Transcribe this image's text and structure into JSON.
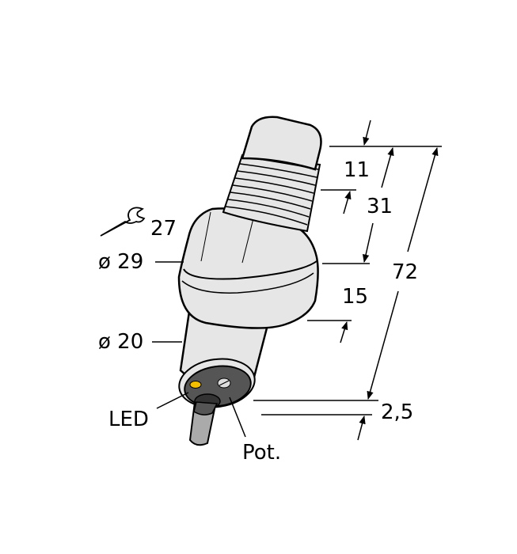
{
  "diagram": {
    "type": "dimension-drawing",
    "subject": "cylindrical threaded sensor with cable",
    "colors": {
      "body_fill": "#e6e6e6",
      "outline": "#000000",
      "face_fill": "#555555",
      "led": "#f5c000",
      "pot_fill": "#dddddd",
      "cable_fill": "#aaaaaa"
    },
    "labels": {
      "wrench_size": "27",
      "nut_diameter": "ø 29",
      "body_diameter": "ø 20",
      "led": "LED",
      "pot": "Pot.",
      "dim_cap": "11",
      "dim_thread": "31",
      "dim_total": "72",
      "dim_body": "15",
      "dim_face": "2,5"
    },
    "icons": {
      "wrench": "wrench-icon"
    }
  }
}
